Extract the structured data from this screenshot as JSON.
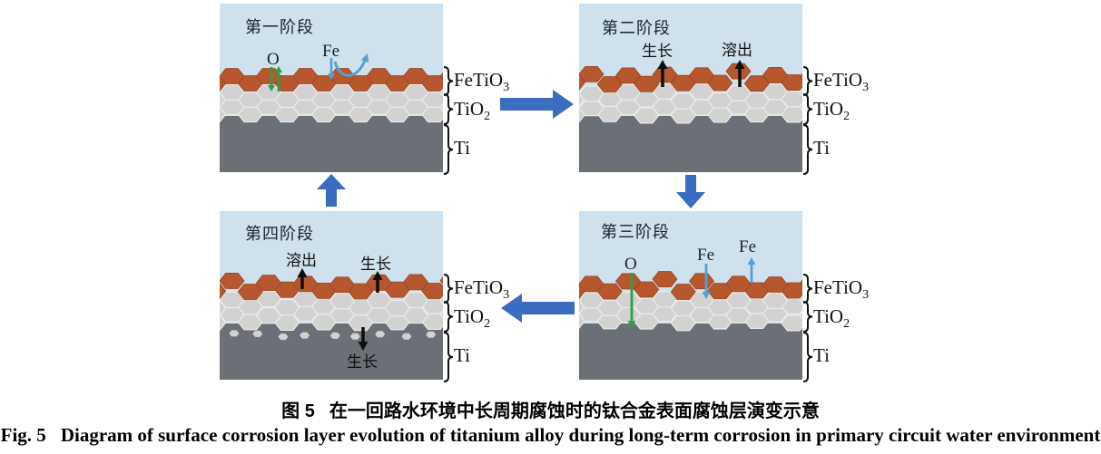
{
  "figure_title": "corrosion layer evolution cycle diagram",
  "captions": {
    "zh_label": "图 5",
    "zh_text": "在一回路水环境中长周期腐蚀时的钛合金表面腐蚀层演变示意",
    "en_label": "Fig. 5",
    "en_text": "Diagram of surface corrosion layer evolution of titanium alloy during long-term corrosion in primary circuit water environment"
  },
  "layers": [
    {
      "base": "FeTiO",
      "sub": "3"
    },
    {
      "base": "TiO",
      "sub": "2"
    },
    {
      "base": "Ti",
      "sub": ""
    }
  ],
  "stages": [
    {
      "title": "第一阶段",
      "labels": [
        "O",
        "Fe"
      ]
    },
    {
      "title": "第二阶段",
      "labels": [
        "生长",
        "溶出"
      ]
    },
    {
      "title": "第三阶段",
      "labels": [
        "O",
        "Fe",
        "Fe"
      ]
    },
    {
      "title": "第四阶段",
      "labels": [
        "溶出",
        "生长",
        "生长"
      ]
    }
  ],
  "flow_arrows": [
    {
      "from": "第一阶段",
      "to": "第二阶段",
      "direction": "right"
    },
    {
      "from": "第二阶段",
      "to": "第三阶段",
      "direction": "down"
    },
    {
      "from": "第三阶段",
      "to": "第四阶段",
      "direction": "left"
    },
    {
      "from": "第四阶段",
      "to": "第一阶段",
      "direction": "up"
    }
  ],
  "colors": {
    "water_bg": "#cfe1ec",
    "fetio3_hex": "#b6572d",
    "fetio3_edge": "#9a4623",
    "tio2_hex": "#d2d3d0",
    "tio2_edge": "#ebecea",
    "ti_metal": "#6b7077",
    "flow_arrow_blue": "#3a6dbf",
    "fe_arrow_blue": "#56a0d6",
    "o_arrow_green": "#2ba04a",
    "annotation_black": "#0e0e0e",
    "brace_black": "#111111"
  }
}
